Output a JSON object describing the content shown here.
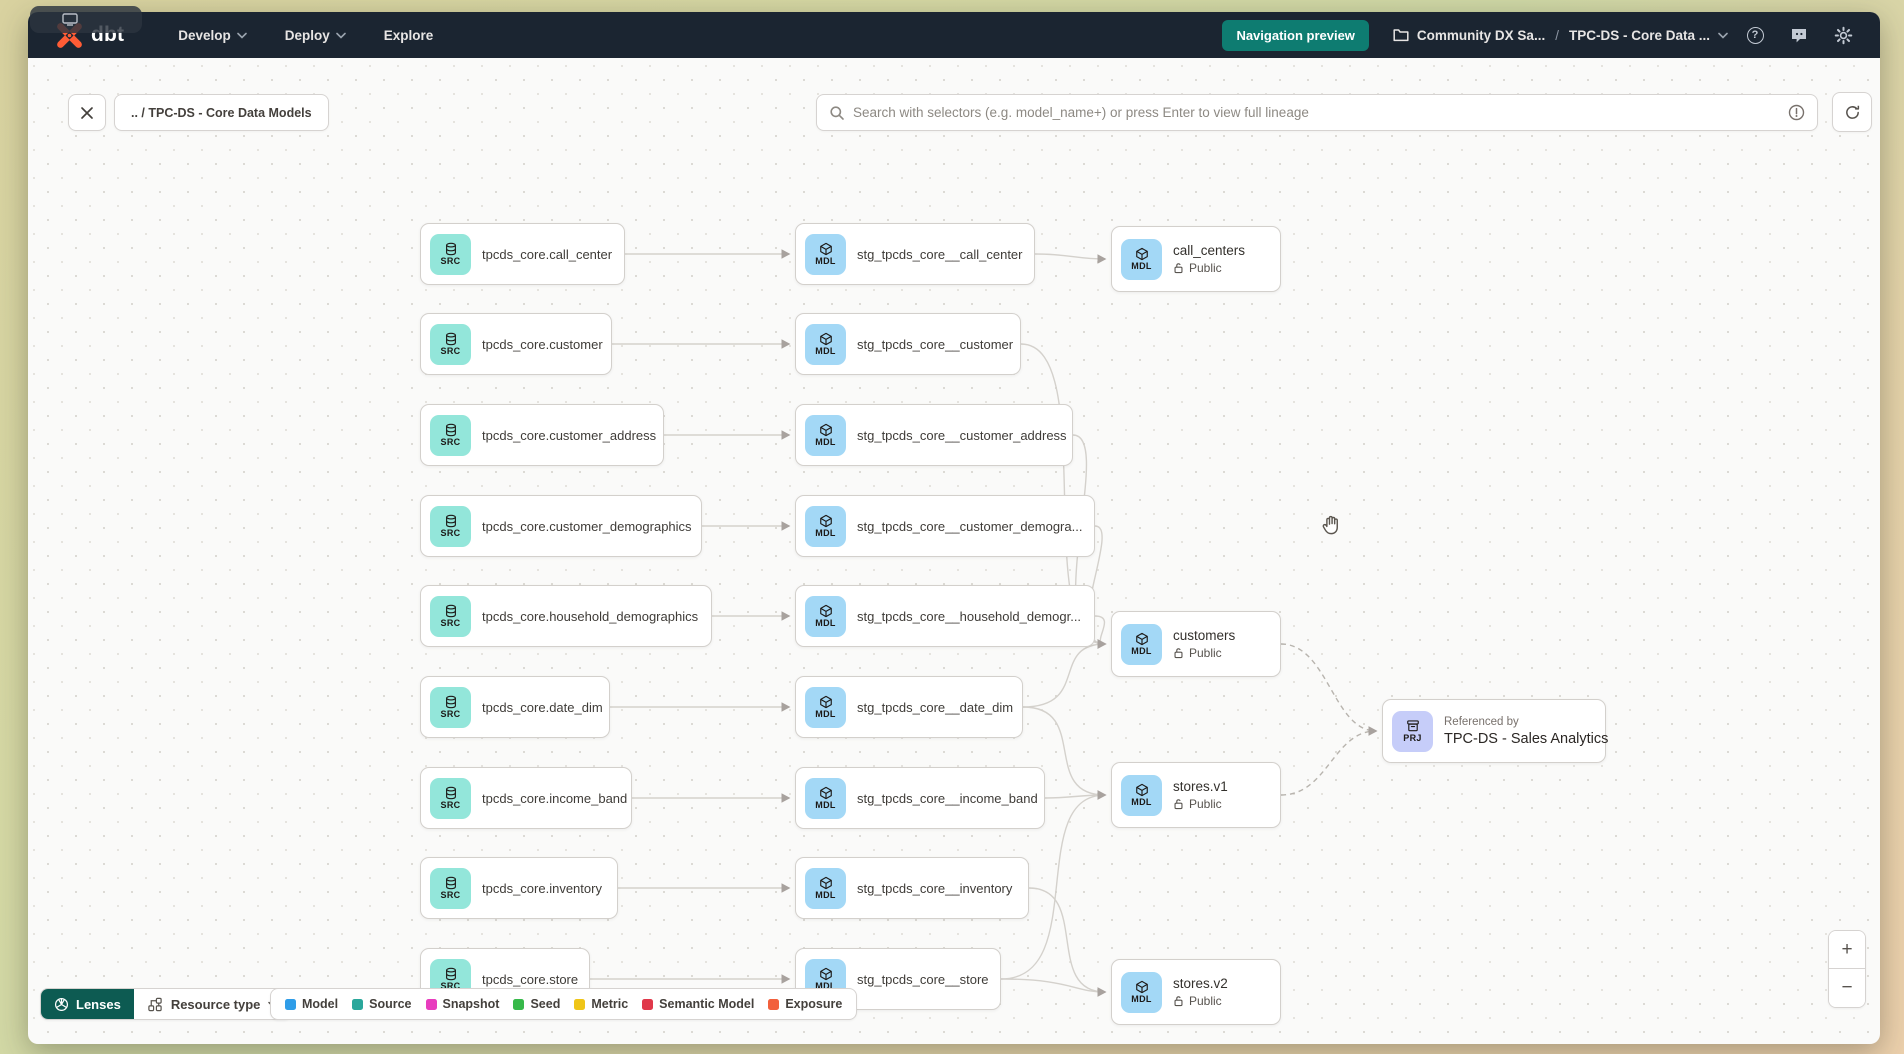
{
  "navbar": {
    "brand": "dbt",
    "menu_develop": "Develop",
    "menu_deploy": "Deploy",
    "menu_explore": "Explore",
    "nav_preview": "Navigation preview",
    "account": "Community DX Sa...",
    "breadcrumb_sep": "/",
    "project": "TPC-DS - Core Data ...",
    "help_glyph": "?"
  },
  "toolbar": {
    "back_chip": ".. / TPC-DS - Core Data Models",
    "search_placeholder": "Search with selectors (e.g. model_name+) or press Enter to view full lineage"
  },
  "graph": {
    "badges": {
      "source": "SRC",
      "model": "MDL",
      "project": "PRJ"
    },
    "rows": [
      {
        "source": "tpcds_core.call_center",
        "staging": "stg_tpcds_core__call_center"
      },
      {
        "source": "tpcds_core.customer",
        "staging": "stg_tpcds_core__customer"
      },
      {
        "source": "tpcds_core.customer_address",
        "staging": "stg_tpcds_core__customer_address"
      },
      {
        "source": "tpcds_core.customer_demographics",
        "staging": "stg_tpcds_core__customer_demogra..."
      },
      {
        "source": "tpcds_core.household_demographics",
        "staging": "stg_tpcds_core__household_demogr..."
      },
      {
        "source": "tpcds_core.date_dim",
        "staging": "stg_tpcds_core__date_dim"
      },
      {
        "source": "tpcds_core.income_band",
        "staging": "stg_tpcds_core__income_band"
      },
      {
        "source": "tpcds_core.inventory",
        "staging": "stg_tpcds_core__inventory"
      },
      {
        "source": "tpcds_core.store",
        "staging": "stg_tpcds_core__store"
      }
    ],
    "public_nodes": [
      {
        "name": "call_centers",
        "access": "Public"
      },
      {
        "name": "customers",
        "access": "Public"
      },
      {
        "name": "stores.v1",
        "access": "Public"
      },
      {
        "name": "stores.v2",
        "access": "Public"
      }
    ],
    "project_node": {
      "context": "Referenced by",
      "name": "TPC-DS - Sales Analytics"
    }
  },
  "footer": {
    "lenses": "Lenses",
    "resource_type": "Resource type",
    "legend": [
      {
        "label": "Model",
        "color": "#2f9de8"
      },
      {
        "label": "Source",
        "color": "#2aa79b"
      },
      {
        "label": "Snapshot",
        "color": "#e83cbe"
      },
      {
        "label": "Seed",
        "color": "#37b94a"
      },
      {
        "label": "Metric",
        "color": "#efc518"
      },
      {
        "label": "Semantic Model",
        "color": "#e0384a"
      },
      {
        "label": "Exposure",
        "color": "#f2603c"
      }
    ]
  },
  "zoom": {
    "in": "+",
    "out": "−"
  }
}
